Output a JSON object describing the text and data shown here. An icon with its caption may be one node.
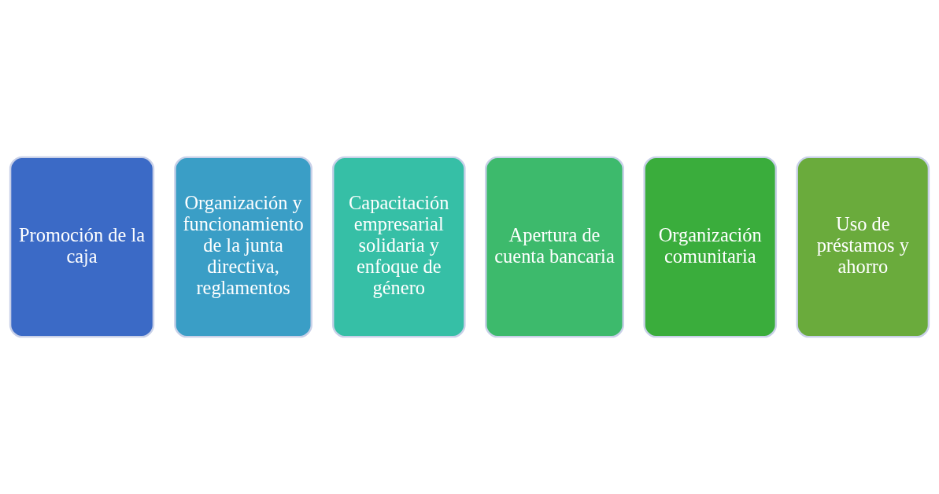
{
  "diagram": {
    "nodes": [
      {
        "text": [
          "Promoción de la caja"
        ]
      },
      {
        "text": [
          "Organización y funcionamiento de la junta directiva, reglamentos"
        ]
      },
      {
        "text": [
          "Capacitación empresarial solidaria y enfoque de género"
        ]
      },
      {
        "text": [
          "Apertura de cuenta bancaria"
        ]
      },
      {
        "text": [
          "Organización comunitaria"
        ]
      },
      {
        "text": [
          "Uso de préstamos y ahorro"
        ]
      }
    ]
  }
}
